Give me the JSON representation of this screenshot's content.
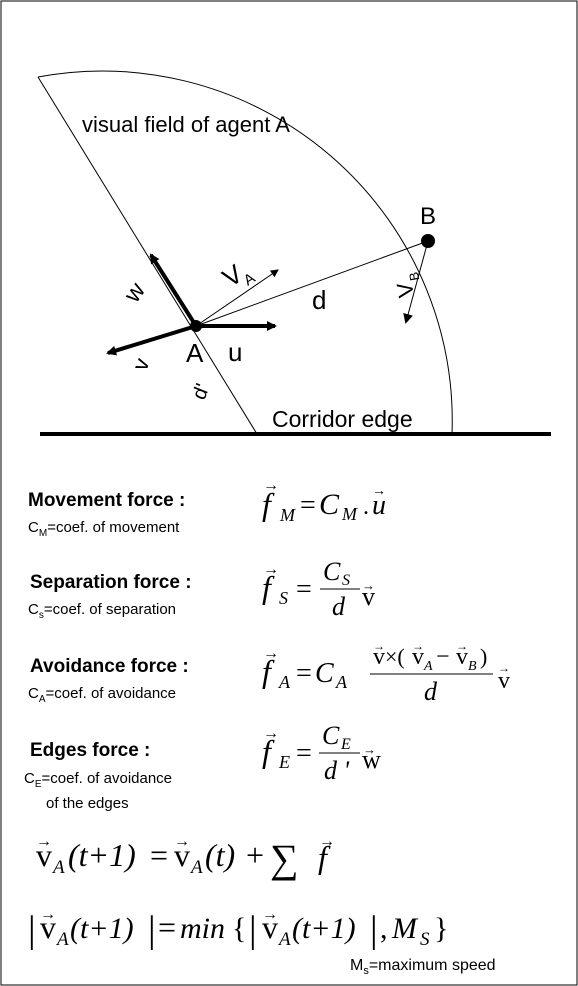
{
  "diagram": {
    "visual_field_label": "visual field of agent A",
    "agent_a": "A",
    "agent_b": "B",
    "va_label": "V",
    "va_sub": "A",
    "vb_label": "V",
    "vb_sub": "B",
    "d_label": "d",
    "d_prime_label": "d'",
    "u_label": "u",
    "v_label": "v",
    "w_label": "w",
    "corridor_label": "Corridor edge"
  },
  "forces": {
    "movement": {
      "title": "Movement force :",
      "coef_main": "C",
      "coef_sub": "M",
      "coef_text": "=coef. of movement"
    },
    "separation": {
      "title": "Separation force :",
      "coef_main": "C",
      "coef_sub": "s",
      "coef_text": "=coef. of separation"
    },
    "avoidance": {
      "title": "Avoidance force :",
      "coef_main": "C",
      "coef_sub": "A",
      "coef_text": "=coef. of avoidance"
    },
    "edges": {
      "title": "Edges force :",
      "coef_main": "C",
      "coef_sub": "E",
      "coef_text": "=coef. of avoidance",
      "coef_text2": "of the edges"
    }
  },
  "formulas": {
    "f": "f",
    "eq": "=",
    "dot": ".",
    "C": "C",
    "d": "d",
    "d_prime": "d '",
    "u": "u",
    "v": "v",
    "w": "w",
    "sub_M": "M",
    "sub_S": "S",
    "sub_A": "A",
    "sub_B": "B",
    "sub_E": "E",
    "times": "×(",
    "minus": "−",
    "rparen": ")",
    "t1": "(t+1)",
    "t": "(t)",
    "plus": "+",
    "sum": "∑",
    "bar": "|",
    "min": "min",
    "lbrace": "{",
    "rbrace": "}",
    "comma": ",",
    "Ms": "M",
    "arrow": "→"
  },
  "footnote": {
    "main": "M",
    "sub": "s",
    "text": "=maximum speed"
  }
}
